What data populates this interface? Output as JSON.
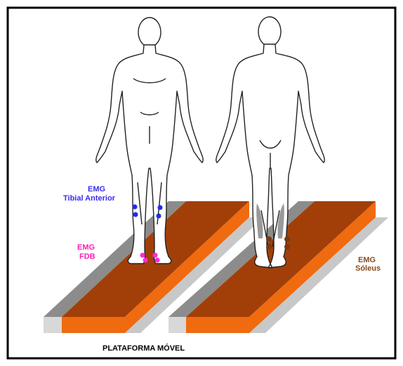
{
  "labels": {
    "emg_tibial_line1": "EMG",
    "emg_tibial_line2": "Tibial Anterior",
    "emg_fdb_line1": "EMG",
    "emg_fdb_line2": "FDB",
    "emg_soleus_line1": "EMG",
    "emg_soleus_line2": "Sóleus",
    "platform_caption": "PLATAFORMA MÓVEL"
  },
  "colors": {
    "frame": "#000000",
    "platform_top": "#a23f08",
    "platform_side": "#f06a10",
    "platform_rail_top": "#8c8c8c",
    "platform_rail_face": "#d8d8d8",
    "platform_rail_light": "#c8c8c8",
    "electrode_tibial": "#1a2ef0",
    "electrode_fdb": "#ff2ad8",
    "electrode_soleus": "#7a3a10",
    "label_tibial": "#3a2cf0",
    "label_fdb": "#ff1fb0",
    "label_soleus": "#8a4a1a",
    "outline": "#222222"
  }
}
